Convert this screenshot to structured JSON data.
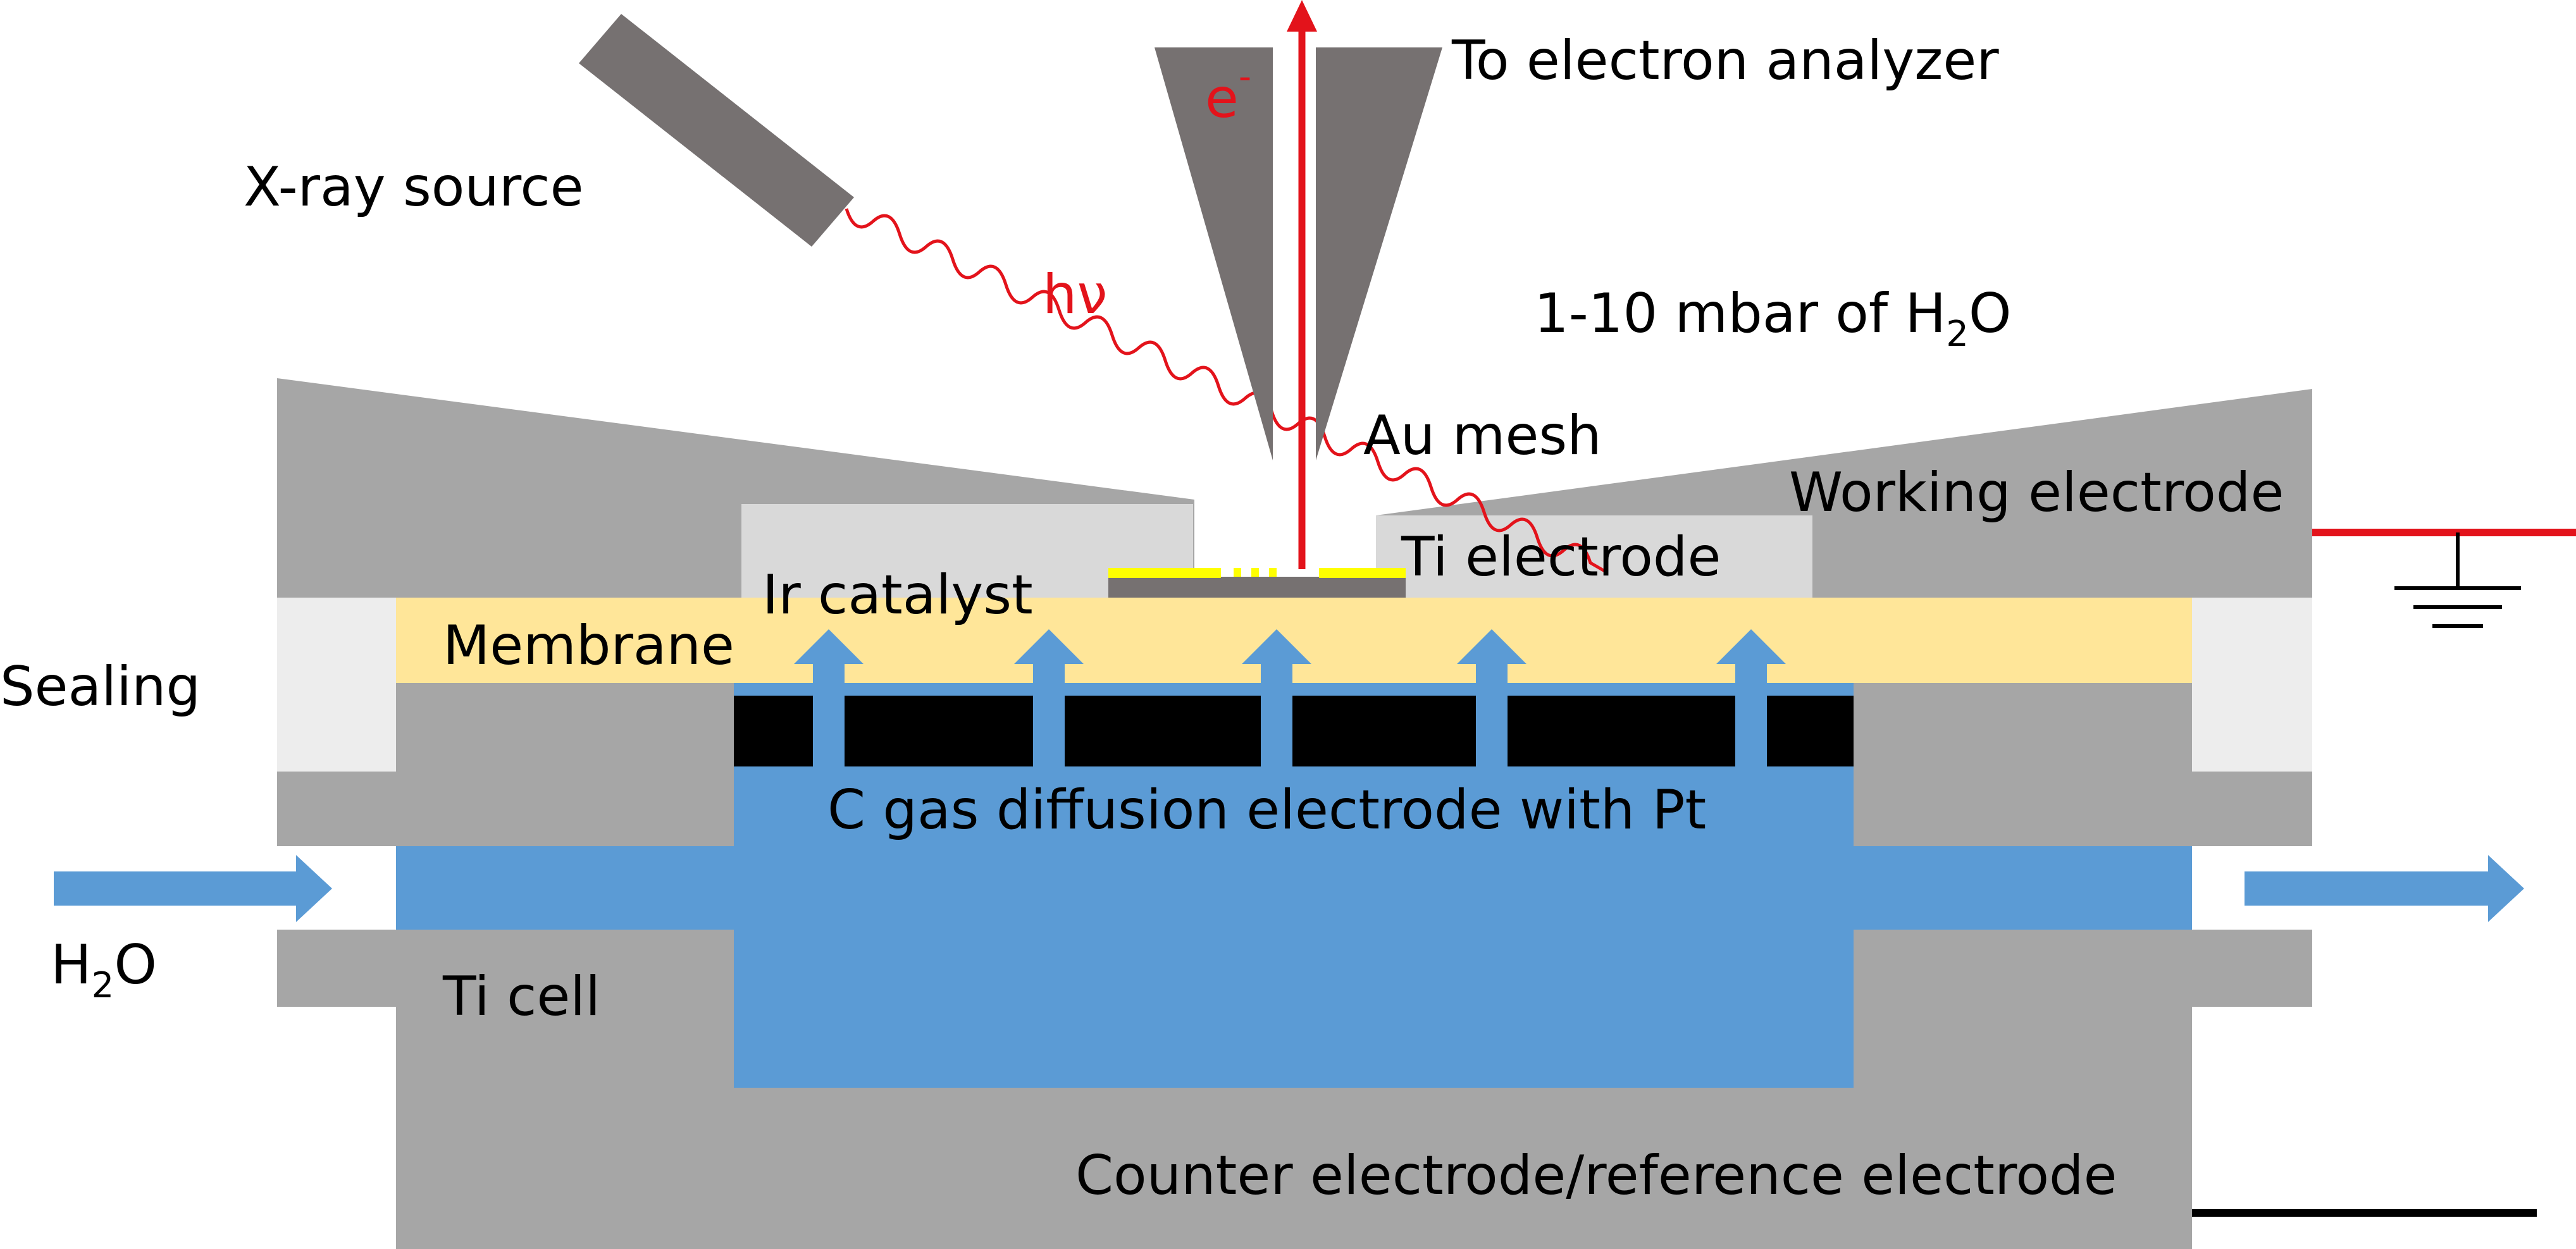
{
  "labels": {
    "xray_source": "X-ray source",
    "photon": "hν",
    "electron": "e",
    "electron_charge": "-",
    "to_analyzer": "To electron analyzer",
    "pressure_prefix": "1-10 mbar of H",
    "pressure_sub": "2",
    "pressure_suffix": "O",
    "au_mesh": "Au mesh",
    "working_electrode": "Working electrode",
    "ti_electrode": "Ti electrode",
    "ir_catalyst": "Ir catalyst",
    "membrane": "Membrane",
    "sealing": "Sealing",
    "gde": "C gas diffusion electrode with Pt",
    "water_prefix": "H",
    "water_sub": "2",
    "water_suffix": "O",
    "ti_cell": "Ti cell",
    "counter_electrode": "Counter electrode/reference electrode"
  },
  "colors": {
    "cell_gray": "#a6a6a6",
    "analyzer_cone": "#767171",
    "membrane": "#ffe699",
    "sealing": "#ededed",
    "ti_electrode": "#d9d9d9",
    "water_blue": "#5b9bd5",
    "gde_black": "#000000",
    "mesh_yellow": "#ffff00",
    "beam_red": "#e3131b"
  }
}
